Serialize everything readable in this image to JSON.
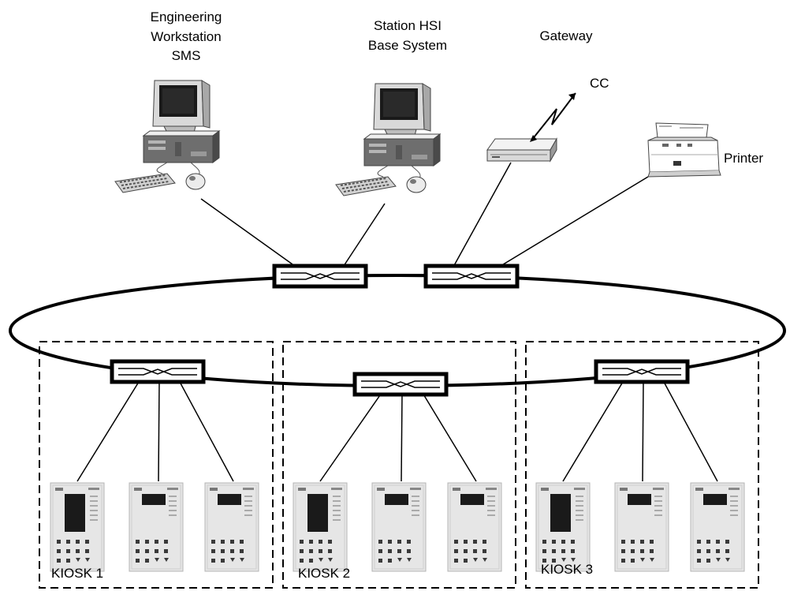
{
  "nodes": {
    "engineering_workstation": {
      "label_lines": [
        "Engineering",
        "Workstation",
        "SMS"
      ]
    },
    "station_hsi": {
      "label_lines": [
        "Station HSI",
        "Base System"
      ]
    },
    "gateway": {
      "label": "Gateway"
    },
    "cc": {
      "label": "CC"
    },
    "printer": {
      "label": "Printer"
    }
  },
  "kiosks": [
    {
      "label": "KIOSK 1"
    },
    {
      "label": "KIOSK 2"
    },
    {
      "label": "KIOSK 3"
    }
  ],
  "icons": {
    "workstation": "desktop-computer-icon",
    "gateway": "gateway-box-icon",
    "printer": "printer-icon",
    "switch": "ethernet-switch-icon",
    "relay": "protection-relay-ied-icon",
    "radio_link": "lightning-link-icon"
  },
  "colors": {
    "line": "#000000",
    "background": "#ffffff",
    "device_face": "#e6e6e6",
    "screen": "#1a1a1a"
  }
}
